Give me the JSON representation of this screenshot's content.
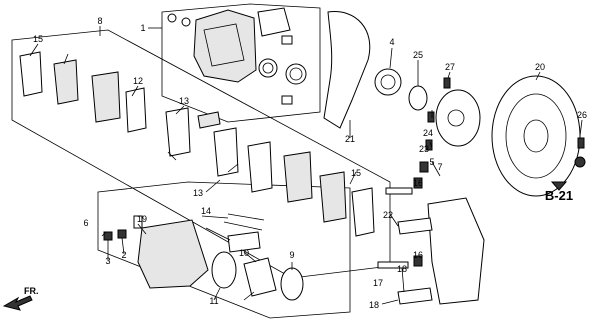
{
  "reference": {
    "code": "B-21"
  },
  "front_label": "FR.",
  "part_labels": [
    {
      "id": "1"
    },
    {
      "id": "2"
    },
    {
      "id": "3"
    },
    {
      "id": "4"
    },
    {
      "id": "5"
    },
    {
      "id": "6"
    },
    {
      "id": "7"
    },
    {
      "id": "8"
    },
    {
      "id": "9"
    },
    {
      "id": "10"
    },
    {
      "id": "11"
    },
    {
      "id": "12"
    },
    {
      "id": "13"
    },
    {
      "id": "13"
    },
    {
      "id": "14"
    },
    {
      "id": "15"
    },
    {
      "id": "15"
    },
    {
      "id": "16"
    },
    {
      "id": "16"
    },
    {
      "id": "17"
    },
    {
      "id": "18"
    },
    {
      "id": "18"
    },
    {
      "id": "19"
    },
    {
      "id": "20"
    },
    {
      "id": "21"
    },
    {
      "id": "22"
    },
    {
      "id": "23"
    },
    {
      "id": "24"
    },
    {
      "id": "25"
    },
    {
      "id": "26"
    },
    {
      "id": "27"
    }
  ]
}
